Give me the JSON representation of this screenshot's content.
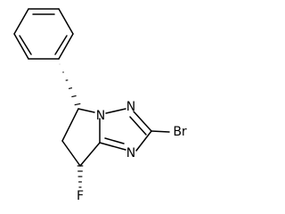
{
  "molecule": {
    "atoms": {
      "n_bridge": "N",
      "n_upper": "N",
      "n_lower": "N",
      "bromine": "Br",
      "fluorine": "F"
    }
  }
}
